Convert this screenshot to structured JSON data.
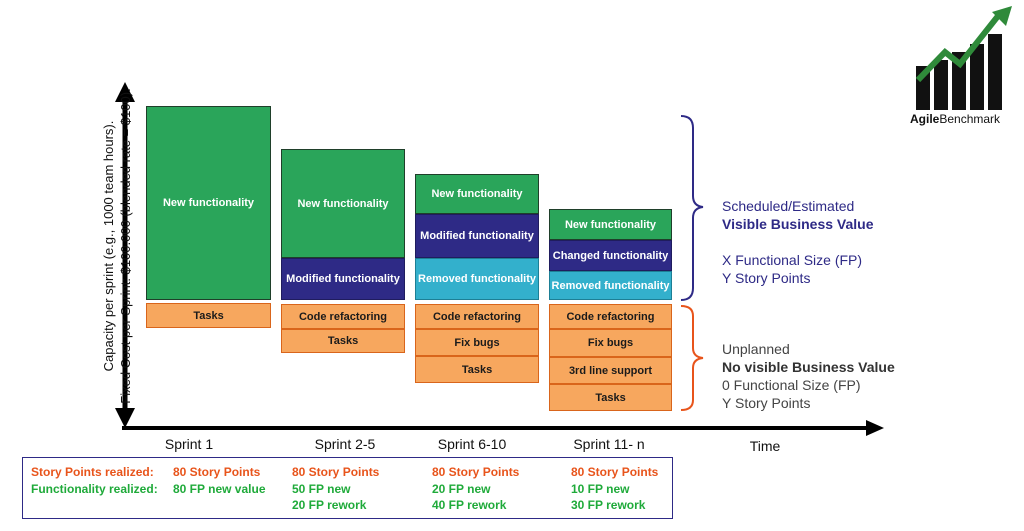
{
  "y_axis_label_line1": "Capacity per sprint (e.g., 1000 team hours).",
  "y_axis_label_line2": "Fixed Cost per Sprint: $100.000 (blended rate = $100).",
  "x_axis_label": "Time",
  "logo": {
    "text_bold": "Agile",
    "text_regular": "Benchmark"
  },
  "sprints": [
    {
      "label": "Sprint 1",
      "blocks": [
        "New functionality",
        "Tasks"
      ]
    },
    {
      "label": "Sprint 2-5",
      "blocks": [
        "New functionality",
        "Modified functionality",
        "Code refactoring",
        "Tasks"
      ]
    },
    {
      "label": "Sprint 6-10",
      "blocks": [
        "New functionality",
        "Modified functionality",
        "Removed functionality",
        "Code refactoring",
        "Fix bugs",
        "Tasks"
      ]
    },
    {
      "label": "Sprint 11- n",
      "blocks": [
        "New functionality",
        "Changed functionality",
        "Removed functionality",
        "Code refactoring",
        "Fix bugs",
        "3rd line support",
        "Tasks"
      ]
    }
  ],
  "planned_note": {
    "line1": "Scheduled/Estimated",
    "line2": "Visible Business Value",
    "line3": "X Functional Size (FP)",
    "line4": "Y Story Points"
  },
  "unplanned_note": {
    "line1": "Unplanned",
    "line2": "No visible Business Value",
    "line3": "0 Functional Size (FP)",
    "line4": "Y Story Points"
  },
  "summary": {
    "sp_label": "Story Points realized:",
    "fn_label": "Functionality realized:",
    "columns": [
      {
        "sp": "80 Story Points",
        "fn1": "80 FP new value",
        "fn2": ""
      },
      {
        "sp": "80 Story Points",
        "fn1": "50 FP new",
        "fn2": "20 FP rework"
      },
      {
        "sp": "80 Story Points",
        "fn1": "20 FP new",
        "fn2": "40 FP rework"
      },
      {
        "sp": "80 Story Points",
        "fn1": "10 FP new",
        "fn2": "30 FP rework"
      }
    ]
  },
  "colors": {
    "new": "#2aa55a",
    "modified": "#2e2a86",
    "removed": "#33b0cc",
    "unplanned": "#f7a75e",
    "story_points_text": "#e8541b",
    "functionality_text": "#1faa3a"
  }
}
